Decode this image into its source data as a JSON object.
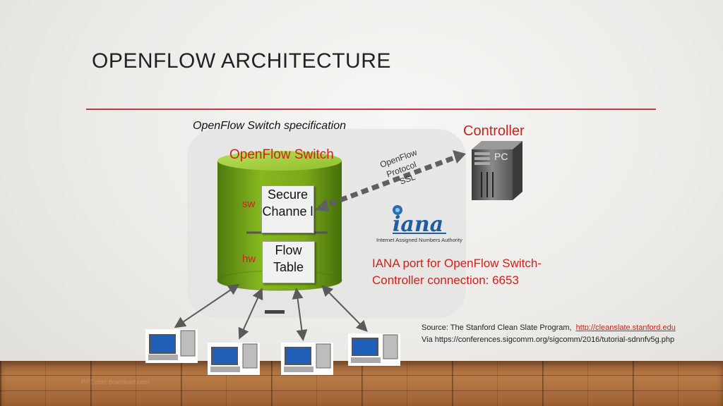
{
  "slide": {
    "title": "OPENFLOW ARCHITECTURE",
    "spec_label": "OpenFlow Switch specification",
    "controller_label": "Controller",
    "switch_label": "OpenFlow Switch",
    "pc_label": "PC",
    "protocol_lines": [
      "OpenFlow",
      "Protocol",
      "SSL"
    ],
    "sw_label": "sw",
    "hw_label": "hw",
    "secure_channel": "Secure Channe l",
    "flow_table": "Flow Table",
    "iana_logo_text": "iana",
    "iana_caption": "Internet Assigned Numbers Authority",
    "iana_port_text": "IANA port for OpenFlow Switch-Controller connection: 6653",
    "source_text": "Source: The Stanford Clean Slate Program,",
    "source_link": "http://cleanslate.stanford.edu",
    "via_text": "Via  https://conferences.sigcomm.org/sigcomm/2016/tutorial-sdnnfv5g.php",
    "watermark": "PPT.com  download.com"
  },
  "colors": {
    "accent_red": "#d0221d",
    "rule": "#c0394b",
    "cylinder_green": "#7fae1c",
    "arrow_gray": "#606060"
  },
  "icons": [
    "server-tower-icon",
    "desktop-computer-icon",
    "iana-logo-icon"
  ]
}
